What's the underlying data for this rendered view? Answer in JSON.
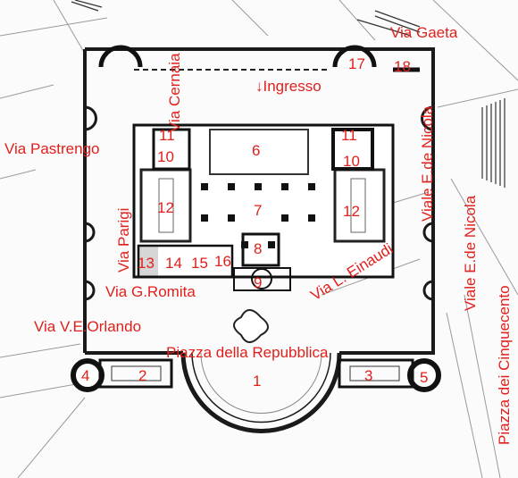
{
  "colors": {
    "label": "#e0201c",
    "ink": "#111111",
    "paper": "#fbfbfb"
  },
  "labels": {
    "via_gaeta": "Via Gaeta",
    "via_cernaia": "Via Cernaia",
    "ingresso": "↓Ingresso",
    "via_pastrengo": "Via Pastrengo",
    "viale_de_nicola_1": "Viale E.de Nicola",
    "viale_de_nicola_2": "Viale E.de Nicola",
    "via_parigi": "Via Parigi",
    "via_einaudi": "Via L. Einaudi",
    "via_romita": "Via G.Romita",
    "via_orlando": "Via V.E.Orlando",
    "piazza_repubblica": "Piazza della Repubblica",
    "piazza_cinquecento": "Piazza dei Cinquecento"
  },
  "rooms": {
    "r1": "1",
    "r2": "2",
    "r3": "3",
    "r4": "4",
    "r5": "5",
    "r6": "6",
    "r7": "7",
    "r8": "8",
    "r9": "9",
    "r10a": "10",
    "r10b": "10",
    "r11a": "11",
    "r11b": "11",
    "r12a": "12",
    "r12b": "12",
    "r13": "13",
    "r14": "14",
    "r15": "15",
    "r16": "16",
    "r17": "17",
    "r18": "18"
  }
}
